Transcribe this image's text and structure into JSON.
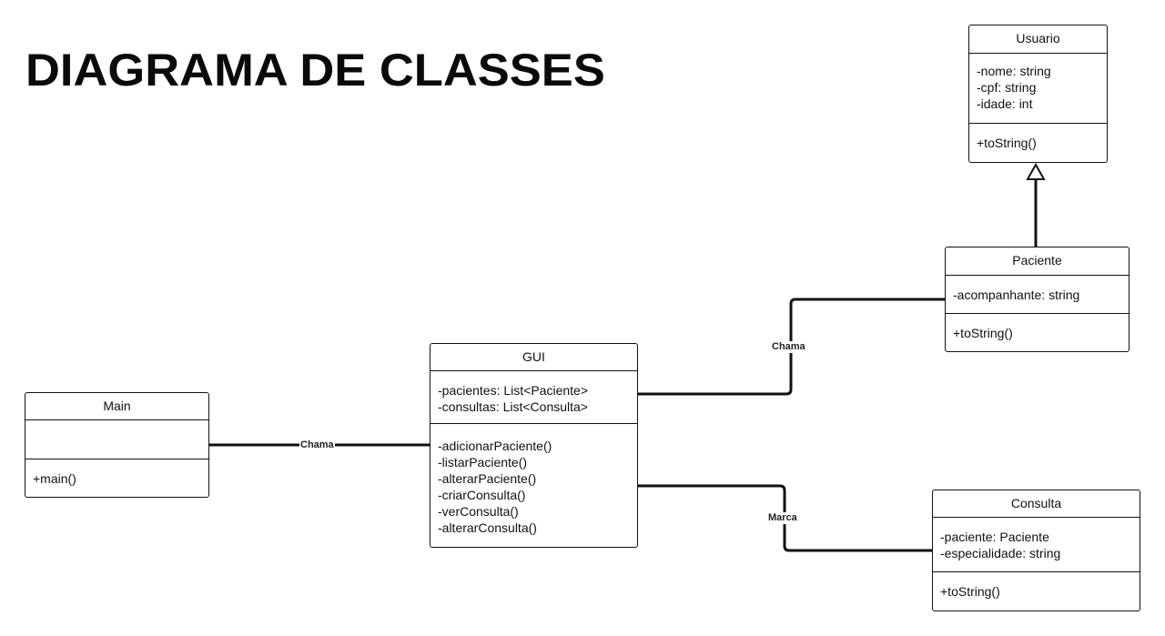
{
  "title": "DIAGRAMA DE CLASSES",
  "classes": {
    "usuario": {
      "name": "Usuario",
      "attributes": [
        "-nome: string",
        "-cpf: string",
        "-idade: int"
      ],
      "methods": [
        "+toString()"
      ]
    },
    "paciente": {
      "name": "Paciente",
      "attributes": [
        "-acompanhante: string"
      ],
      "methods": [
        "+toString()"
      ]
    },
    "gui": {
      "name": "GUI",
      "attributes": [
        "-pacientes: List<Paciente>",
        "-consultas: List<Consulta>"
      ],
      "methods": [
        "-adicionarPaciente()",
        "-listarPaciente()",
        "-alterarPaciente()",
        "-criarConsulta()",
        "-verConsulta()",
        "-alterarConsulta()"
      ]
    },
    "main": {
      "name": "Main",
      "attributes": [],
      "methods": [
        "+main()"
      ]
    },
    "consulta": {
      "name": "Consulta",
      "attributes": [
        "-paciente: Paciente",
        "-especialidade: string"
      ],
      "methods": [
        "+toString()"
      ]
    }
  },
  "relations": {
    "main_gui": "Chama",
    "gui_paciente": "Chama",
    "gui_consulta": "Marca"
  }
}
